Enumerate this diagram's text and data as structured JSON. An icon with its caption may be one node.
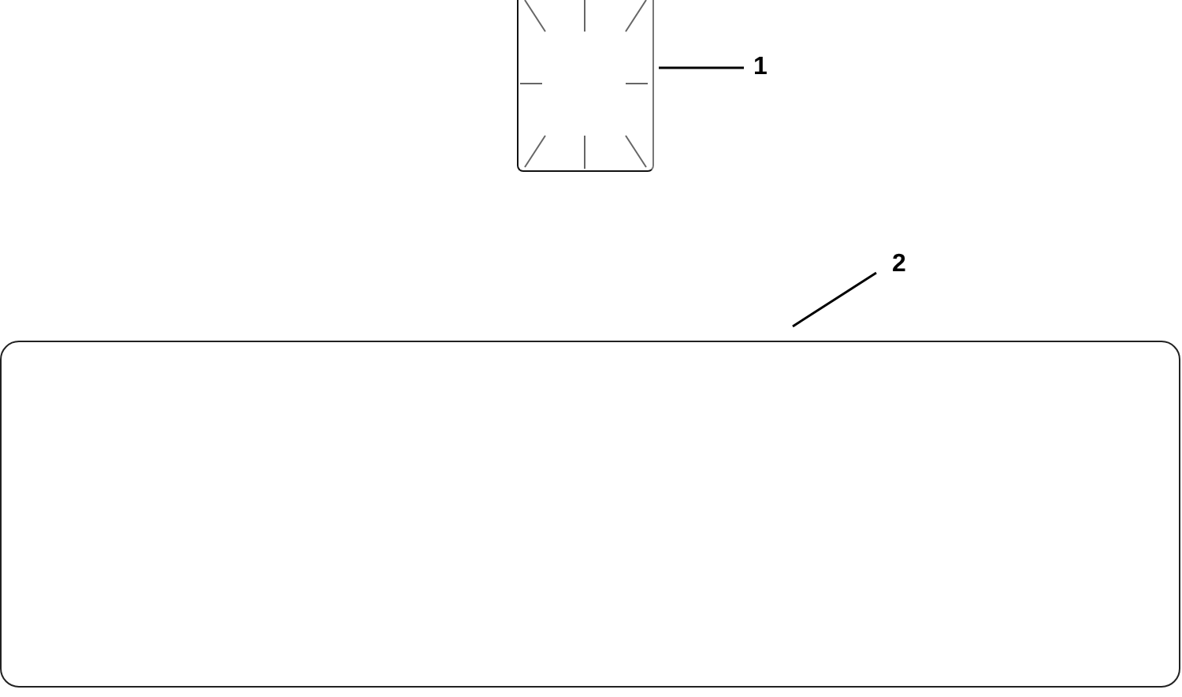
{
  "diagram": {
    "nodes": [
      {
        "text": [],
        "shape": "box"
      },
      {
        "text": [
          "1"
        ]
      },
      {
        "text": [
          "2"
        ]
      },
      {
        "text": [],
        "shape": "box"
      }
    ],
    "edges": [
      {
        "from": 1,
        "to": 0,
        "arrow": "none"
      },
      {
        "from": 2,
        "to": 3,
        "arrow": "none"
      }
    ]
  }
}
